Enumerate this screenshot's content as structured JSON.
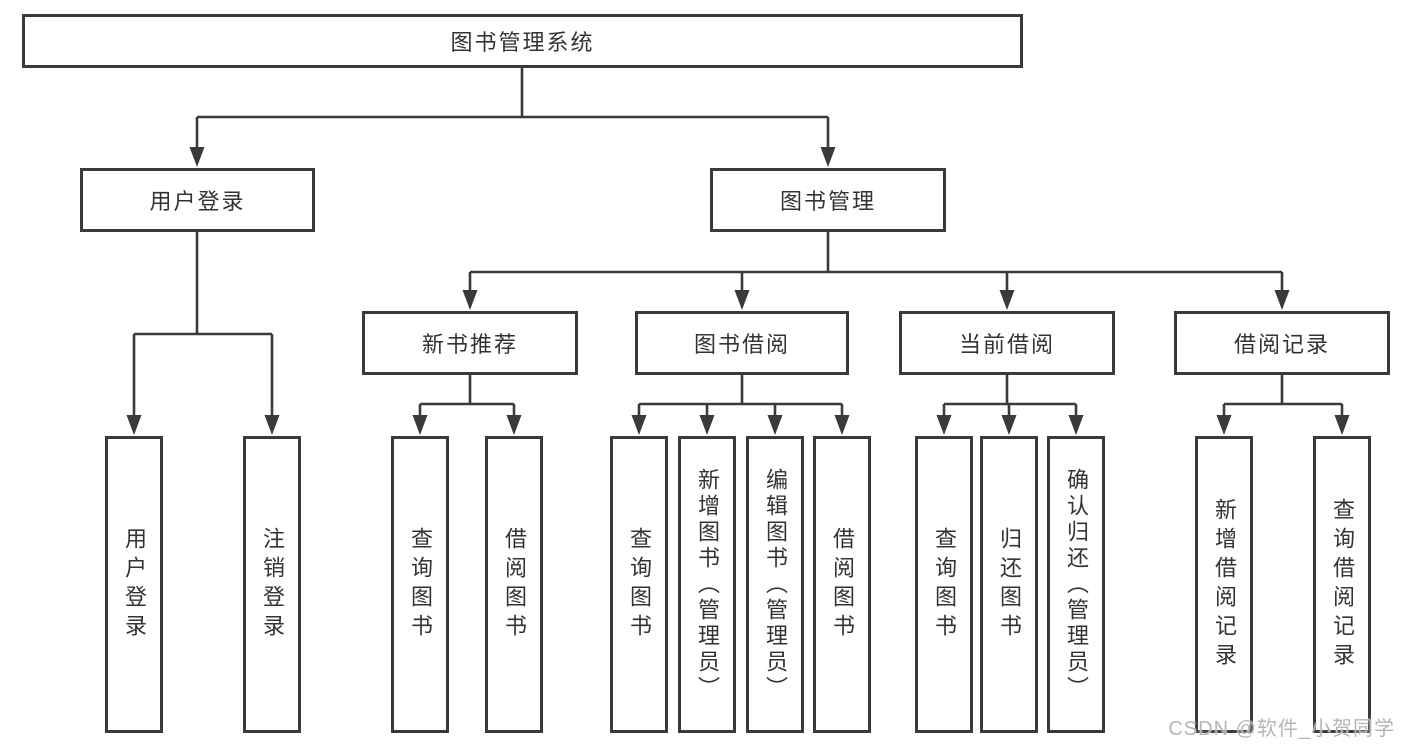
{
  "diagram": {
    "root": {
      "label": "图书管理系统"
    },
    "branches": [
      {
        "label": "用户登录",
        "children": [
          {
            "label": "用户登录"
          },
          {
            "label": "注销登录"
          }
        ]
      },
      {
        "label": "图书管理",
        "children": [
          {
            "label": "新书推荐",
            "children": [
              {
                "label": "查询图书"
              },
              {
                "label": "借阅图书"
              }
            ]
          },
          {
            "label": "图书借阅",
            "children": [
              {
                "label": "查询图书"
              },
              {
                "label": "新增图书（管理员）"
              },
              {
                "label": "编辑图书（管理员）"
              },
              {
                "label": "借阅图书"
              }
            ]
          },
          {
            "label": "当前借阅",
            "children": [
              {
                "label": "查询图书"
              },
              {
                "label": "归还图书"
              },
              {
                "label": "确认归还（管理员）"
              }
            ]
          },
          {
            "label": "借阅记录",
            "children": [
              {
                "label": "新增借阅记录"
              },
              {
                "label": "查询借阅记录"
              }
            ]
          }
        ]
      }
    ]
  },
  "watermark": {
    "text": "CSDN @软件_小贺同学"
  },
  "colors": {
    "line": "#3a3a3a",
    "text": "#333333",
    "watermark": "#b5b5b5",
    "background": "#ffffff"
  }
}
